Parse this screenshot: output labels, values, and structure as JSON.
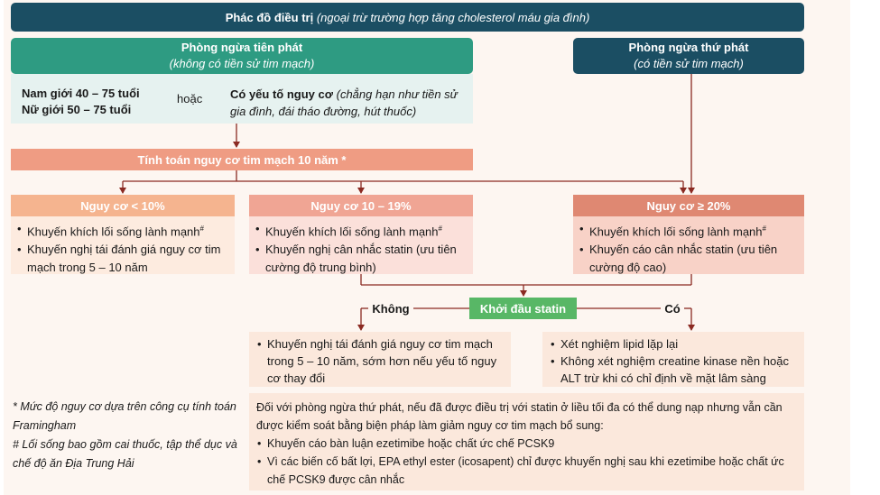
{
  "title": {
    "bold": "Phác đồ điều trị",
    "italic": "(ngoại trừ trường hợp tăng cholesterol máu gia đình)"
  },
  "primary": {
    "title": "Phòng ngừa tiên phát",
    "subtitle": "(không có tiền sử tim mạch)",
    "men": "Nam giới 40 – 75 tuổi",
    "women": "Nữ giới 50 – 75 tuổi",
    "or": "hoặc",
    "risk_bold": "Có yếu tố nguy cơ",
    "risk_italic": "(chẳng hạn như tiền sử gia đình, đái tháo đường, hút thuốc)"
  },
  "secondary": {
    "title": "Phòng ngừa thứ phát",
    "subtitle": "(có tiền sử tim mạch)"
  },
  "calculate": "Tính toán nguy cơ tim mạch 10 năm *",
  "risk_low": {
    "title": "Nguy cơ < 10%",
    "items": [
      "Khuyến khích lối sống lành mạnh",
      "Khuyến nghị tái đánh giá nguy cơ tim mạch trong 5 – 10 năm"
    ],
    "mark": "#"
  },
  "risk_mid": {
    "title": "Nguy cơ 10 – 19%",
    "items": [
      "Khuyến khích lối sống lành mạnh",
      "Khuyến nghị cân nhắc statin (ưu tiên cường độ trung bình)"
    ],
    "mark": "#"
  },
  "risk_high": {
    "title": "Nguy cơ ≥ 20%",
    "items": [
      "Khuyến khích lối sống lành mạnh",
      "Khuyến cáo cân nhắc statin (ưu tiên cường độ cao)"
    ],
    "mark": "#"
  },
  "statin": "Khởi đầu statin",
  "no": "Không",
  "yes": "Có",
  "no_box": [
    "Khuyến nghị tái đánh giá nguy cơ tim mạch trong 5 – 10 năm, sớm hơn nếu yếu tố nguy cơ thay đổi"
  ],
  "yes_box": [
    "Xét nghiệm lipid lặp lại",
    "Không xét nghiệm creatine kinase nền hoặc ALT trừ khi có chỉ định về mặt lâm sàng"
  ],
  "footnotes": {
    "star": "* Mức độ nguy cơ dựa trên công cụ tính toán Framingham",
    "hash": "# Lối sống bao gồm cai thuốc, tập thể dục và chế độ ăn Địa Trung Hải"
  },
  "secondary_note": {
    "intro": "Đối với phòng ngừa thứ phát, nếu đã được điều trị với statin ở liều tối đa có thể dung nạp nhưng vẫn cần được kiểm soát bằng biện pháp làm giảm nguy cơ tim mạch bổ sung:",
    "items": [
      "Khuyến cáo bàn luận ezetimibe hoặc chất ức chế PCSK9",
      "Vì các biến cố bất lợi, EPA ethyl ester (icosapent) chỉ được khuyến nghị sau khi ezetimibe hoặc chất ức chế PCSK9 được cân nhắc"
    ]
  },
  "colors": {
    "navy": "#1b4e63",
    "teal": "#2e9b82",
    "salmon": "#ef9c83",
    "green": "#58b766",
    "arrow": "#8b2a22"
  }
}
